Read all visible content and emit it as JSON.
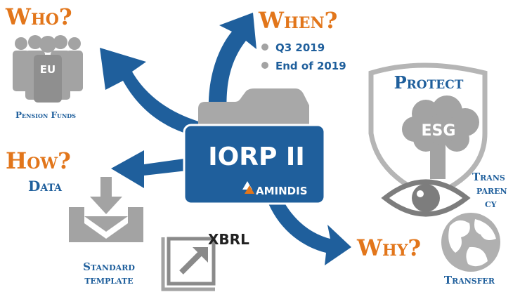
{
  "center": {
    "title": "IORP II",
    "brand": "AMINDIS"
  },
  "who": {
    "heading": "Who?",
    "group_label": "EU",
    "caption": "Pension Funds"
  },
  "when": {
    "heading": "When?",
    "items": [
      "Q3 2019",
      "End of 2019"
    ]
  },
  "how": {
    "heading": "How?",
    "subheading": "Data",
    "caption_line1": "Standard",
    "caption_line2": "template",
    "xbrl_logo": "XBRL"
  },
  "why": {
    "heading": "Why?"
  },
  "protect": {
    "heading": "Protect",
    "tree_label": "ESG",
    "transparency_lines": [
      "Trans",
      "paren",
      "cy"
    ],
    "transfer": "Transfer"
  },
  "colors": {
    "orange": "#e2761b",
    "blue": "#1f5f9c",
    "gray": "#a3a3a3",
    "dark_gray": "#7d7d7d"
  }
}
